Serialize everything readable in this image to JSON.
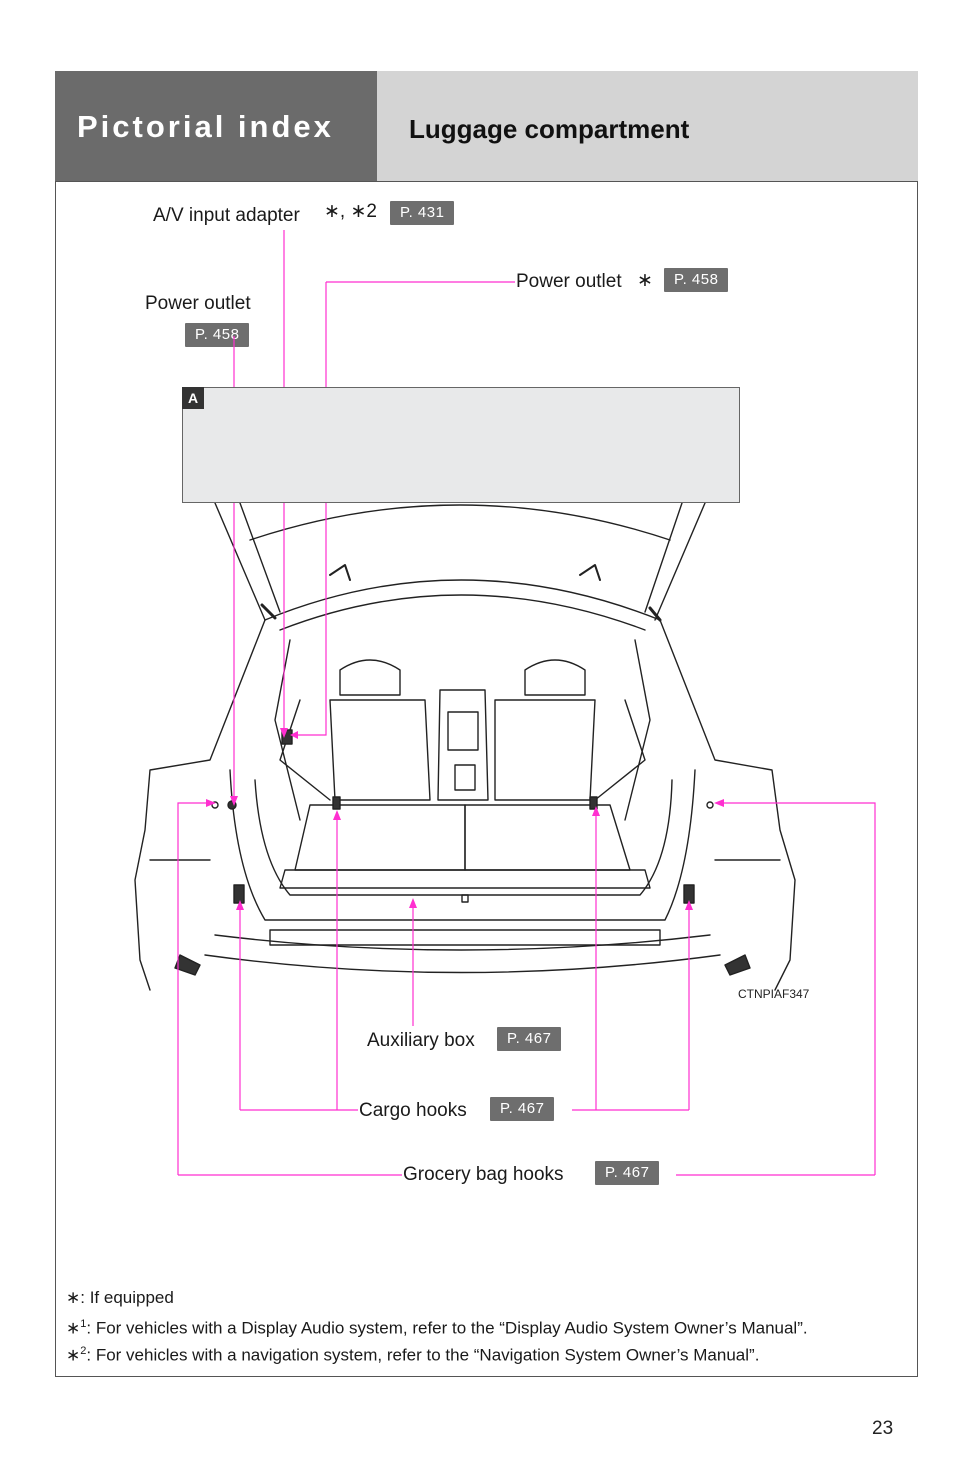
{
  "header": {
    "section": "Pictorial index",
    "subsection": "Luggage compartment"
  },
  "callouts": {
    "av_input": {
      "label": "A/V input adapter",
      "marks": "∗, ∗2",
      "page": "P. 431"
    },
    "power_outlet_right": {
      "label": "Power outlet",
      "mark": "∗",
      "page": "P. 458"
    },
    "power_outlet_left": {
      "label": "Power outlet",
      "page": "P. 458"
    },
    "auxiliary_box": {
      "label": "Auxiliary box",
      "page": "P. 467"
    },
    "cargo_hooks": {
      "label": "Cargo hooks",
      "page": "P. 467"
    },
    "grocery_bag_hooks": {
      "label": "Grocery bag hooks",
      "page": "P. 467"
    }
  },
  "figure": {
    "panel_tag": "A",
    "code": "CTNPIAF347"
  },
  "footnotes": {
    "star": {
      "mark": "∗",
      "text": ": If equipped"
    },
    "star1": {
      "mark": "∗",
      "sup": "1",
      "text": ": For vehicles with a Display Audio system, refer to the “Display Audio System Owner’s Manual”."
    },
    "star2": {
      "mark": "∗",
      "sup": "2",
      "text": ": For vehicles with a navigation system, refer to the “Navigation System Owner’s Manual”."
    }
  },
  "page_number": "23",
  "colors": {
    "header_dark": "#6b6b6b",
    "header_light": "#d4d4d4",
    "leader": "#ff2fd0",
    "page_badge": "#6e6e6e"
  }
}
